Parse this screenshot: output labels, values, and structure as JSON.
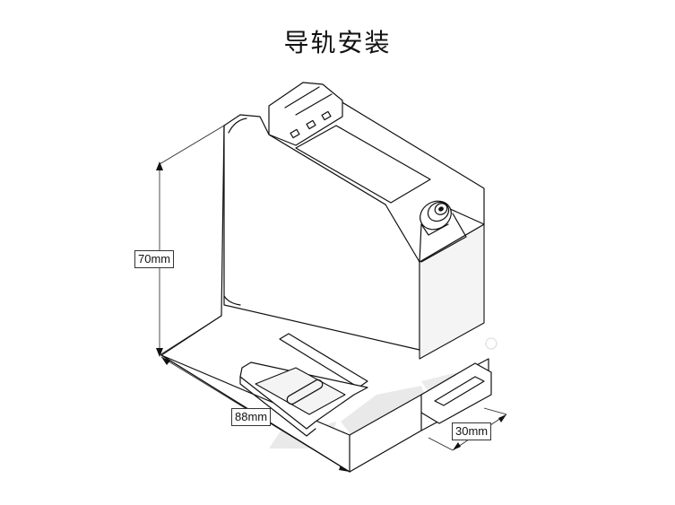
{
  "title": "导轨安装",
  "dimensions": {
    "height": "70mm",
    "length": "88mm",
    "width": "30mm"
  },
  "colors": {
    "line": "#111111",
    "background": "#ffffff",
    "watermark": "#dddddd"
  },
  "icons": [
    "fitting-connector-icon",
    "terminal-icon",
    "watermark-logo"
  ]
}
